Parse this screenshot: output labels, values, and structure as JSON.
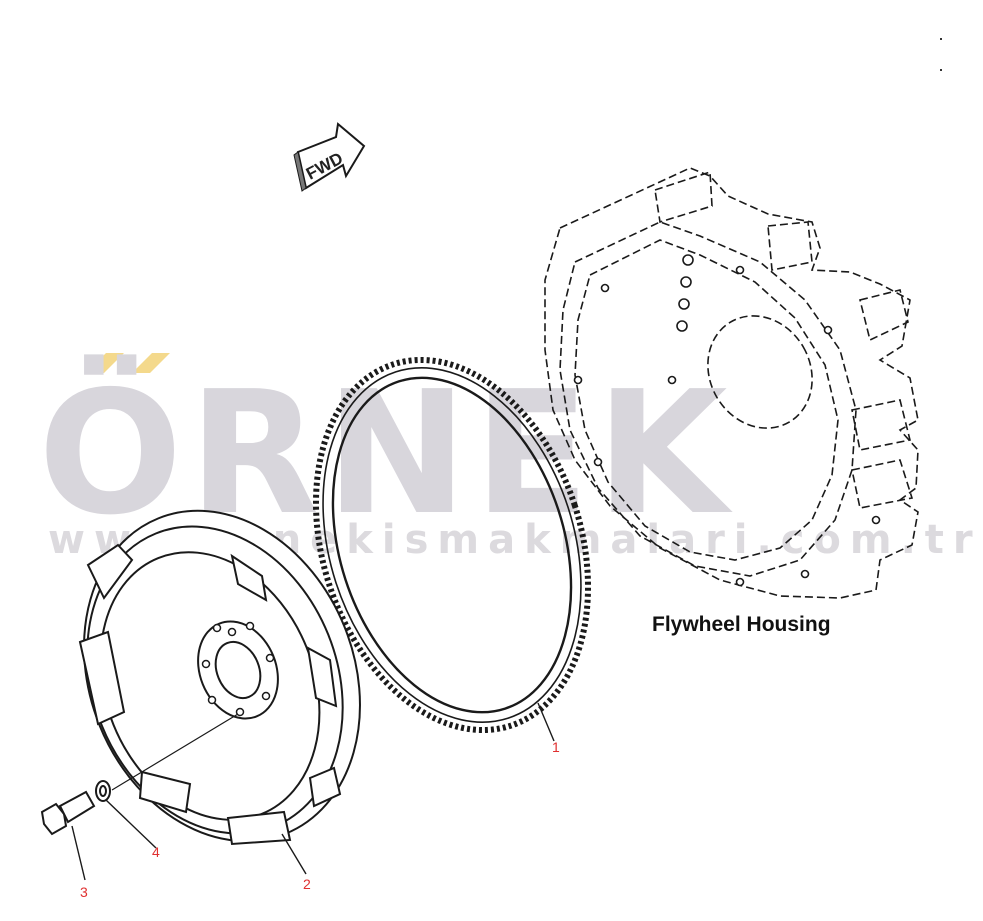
{
  "diagram": {
    "direction_badge": "FWD",
    "housing_caption": "Flywheel Housing",
    "watermark": {
      "brand": "ÖRNEK",
      "url": "www.ornekismakmalari.com.tr"
    },
    "callouts": [
      {
        "number": "1"
      },
      {
        "number": "2"
      },
      {
        "number": "3"
      },
      {
        "number": "4"
      }
    ],
    "colors": {
      "line": "#1a1a1a",
      "callout": "#e03030",
      "watermark": "#d8d6dc",
      "watermark_accent": "#f4d98c"
    }
  }
}
